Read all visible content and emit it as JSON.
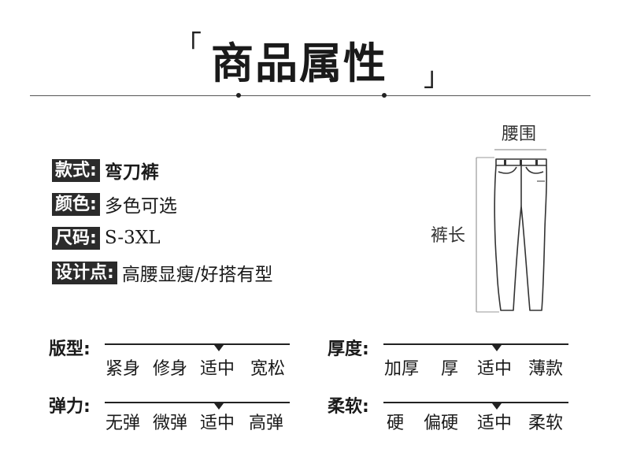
{
  "header": {
    "bracket_left": "「",
    "title": "商品属性",
    "bracket_right": "」"
  },
  "attributes": [
    {
      "label": "款式:",
      "value": "弯刀裤"
    },
    {
      "label": "颜色:",
      "value": "多色可选"
    },
    {
      "label": "尺码:",
      "value": "S-3XL"
    },
    {
      "label": "设计点:",
      "value": "高腰显瘦/好搭有型"
    }
  ],
  "diagram": {
    "waist_label": "腰围",
    "length_label": "裤长"
  },
  "scales": {
    "fit": {
      "label": "版型:",
      "options": [
        "紧身",
        "修身",
        "适中",
        "宽松"
      ],
      "selected": "适中"
    },
    "thickness": {
      "label": "厚度:",
      "options": [
        "加厚",
        "厚",
        "适中",
        "薄款"
      ],
      "selected": "适中"
    },
    "elasticity": {
      "label": "弹力:",
      "options": [
        "无弹",
        "微弹",
        "适中",
        "高弹"
      ],
      "selected": "适中"
    },
    "softness": {
      "label": "柔软:",
      "options": [
        "硬",
        "偏硬",
        "适中",
        "柔软"
      ],
      "selected": "适中"
    }
  },
  "colors": {
    "label_bg": "#2b2b2b",
    "text": "#1a1a1a",
    "line": "#222222"
  }
}
